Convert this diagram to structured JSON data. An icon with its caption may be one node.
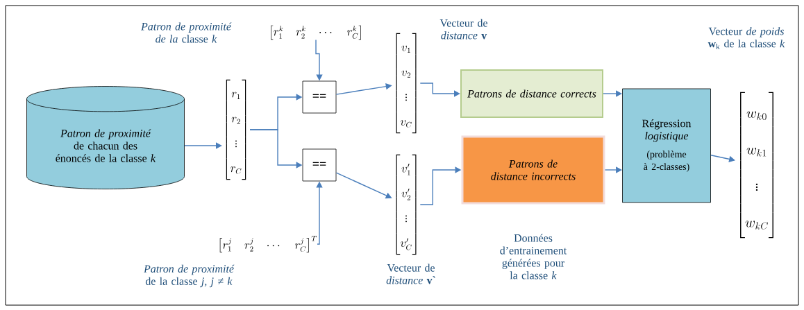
{
  "diagram": {
    "nodes": [
      {
        "text": [
          "*Patron de proximité* de chacun des énoncés de la classe *k*"
        ]
      },
      {
        "text": [
          "\\begin{bmatrix} r_1 \\\\ r_2 \\\\ \\vdots \\\\ r_C \\end{bmatrix}"
        ]
      },
      {
        "text": [
          "\\begin{bmatrix} r_1^k & r_2^k & \\cdots & r_C^k \\end{bmatrix}"
        ],
        "beside": [
          "*Patron de proximité de la* classe *k*"
        ]
      },
      {
        "text": [
          "=="
        ]
      },
      {
        "text": [
          "\\begin{bmatrix} r_1^j & r_2^j & \\cdots & r_C^j \\end{bmatrix}^T"
        ],
        "beside": [
          "*Patron de proximité* de la classe *j, j ≠ k*"
        ]
      },
      {
        "text": [
          "=="
        ]
      },
      {
        "text": [
          "\\begin{bmatrix} v_1 \\\\ v_2 \\\\ \\vdots \\\\ v_C \\end{bmatrix}"
        ],
        "beside": [
          "Vecteur de *distance* **v**"
        ]
      },
      {
        "text": [
          "\\begin{bmatrix} v'_1 \\\\ v'_2 \\\\ \\vdots \\\\ v'_C \\end{bmatrix}"
        ],
        "beside": [
          "Vecteur de *distance* **v`**"
        ]
      },
      {
        "text": [
          "Patrons de distance corrects"
        ]
      },
      {
        "text": [
          "Patrons de distance incorrects"
        ],
        "beside": [
          "Données d’entrainement générées pour la classe *k*"
        ]
      },
      {
        "text": [
          "Régression *logistique*",
          "(problème à 2-classes)"
        ]
      },
      {
        "text": [
          "\\begin{bmatrix} w_{k0} \\\\ w_{k1} \\\\ \\vdots \\\\ w_{kC} \\end{bmatrix}"
        ],
        "beside": [
          "Vecteur *de poids* **w**$_{k}$ de la classe *k*"
        ]
      }
    ],
    "edges": [
      {
        "from": 0,
        "to": 1,
        "arrow": "to"
      },
      {
        "from": 1,
        "to": 3,
        "arrow": "to"
      },
      {
        "from": 1,
        "to": 5,
        "arrow": "to"
      },
      {
        "from": 2,
        "to": 3,
        "arrow": "to"
      },
      {
        "from": 4,
        "to": 5,
        "arrow": "to"
      },
      {
        "from": 3,
        "to": 6,
        "arrow": "to"
      },
      {
        "from": 5,
        "to": 7,
        "arrow": "to"
      },
      {
        "from": 6,
        "to": 8,
        "arrow": "to"
      },
      {
        "from": 7,
        "to": 9,
        "arrow": "to"
      },
      {
        "from": 8,
        "to": 10,
        "arrow": "to"
      },
      {
        "from": 9,
        "to": 10,
        "arrow": "to"
      },
      {
        "from": 10,
        "to": 11,
        "arrow": "to"
      }
    ]
  }
}
